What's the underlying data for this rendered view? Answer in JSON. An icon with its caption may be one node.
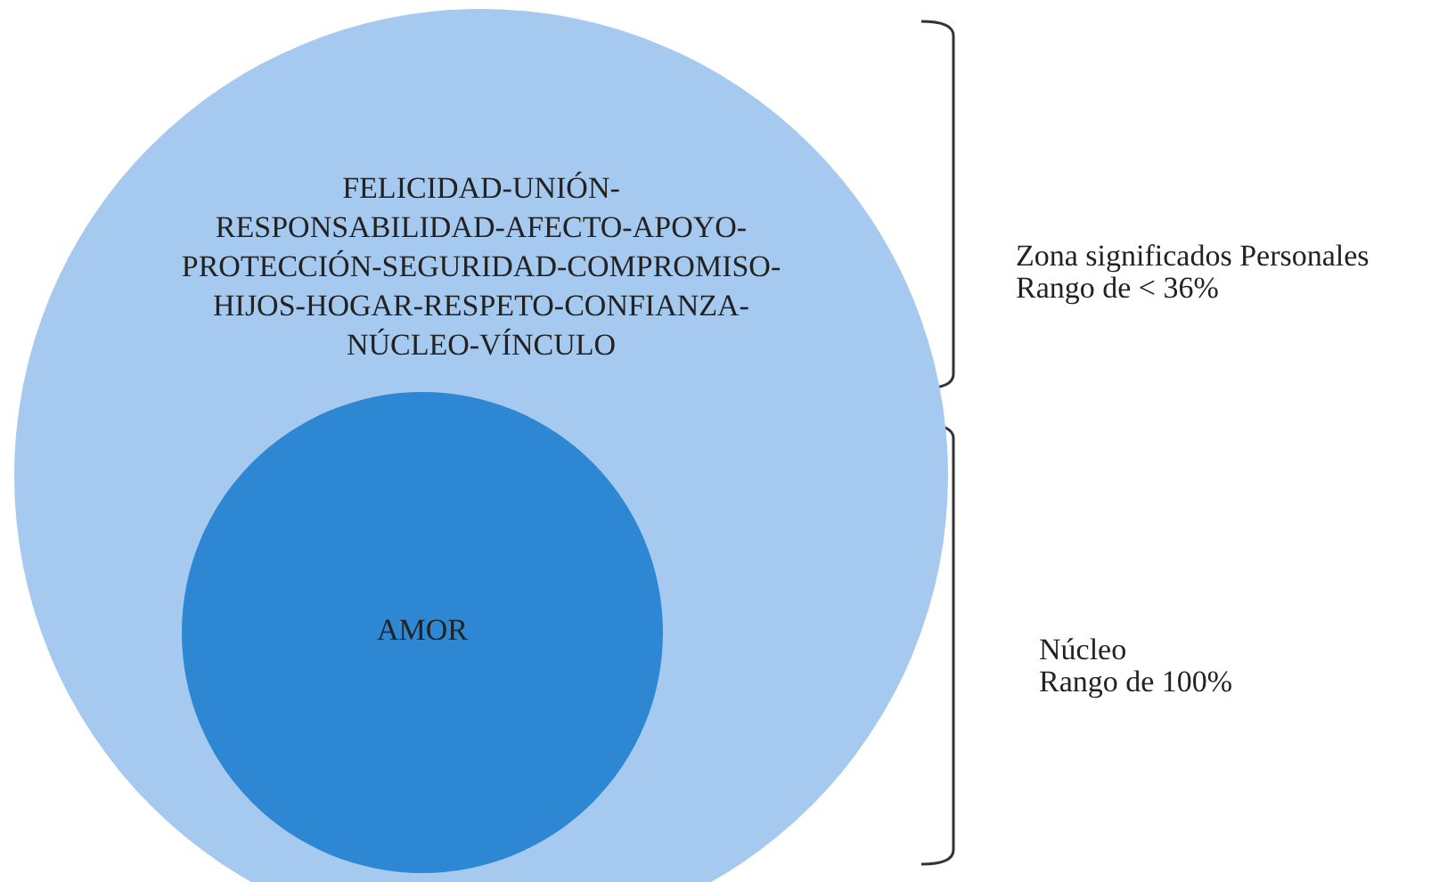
{
  "diagram": {
    "nodes": [
      {
        "text": [
          "FELICIDAD-UNIÓN- RESPONSABILIDAD-AFECTO-APOYO- PROTECCIÓN-SEGURIDAD-COMPROMISO- HIJOS-HOGAR-RESPETO-CONFIANZA- NÚCLEO-VÍNCULO"
        ]
      },
      {
        "text": [
          "AMOR"
        ],
        "in": 0
      }
    ],
    "edges": [],
    "labels": [
      "Zona significados Personales",
      "Rango de < 36%",
      "Núcleo",
      "Rango de 100%"
    ]
  }
}
